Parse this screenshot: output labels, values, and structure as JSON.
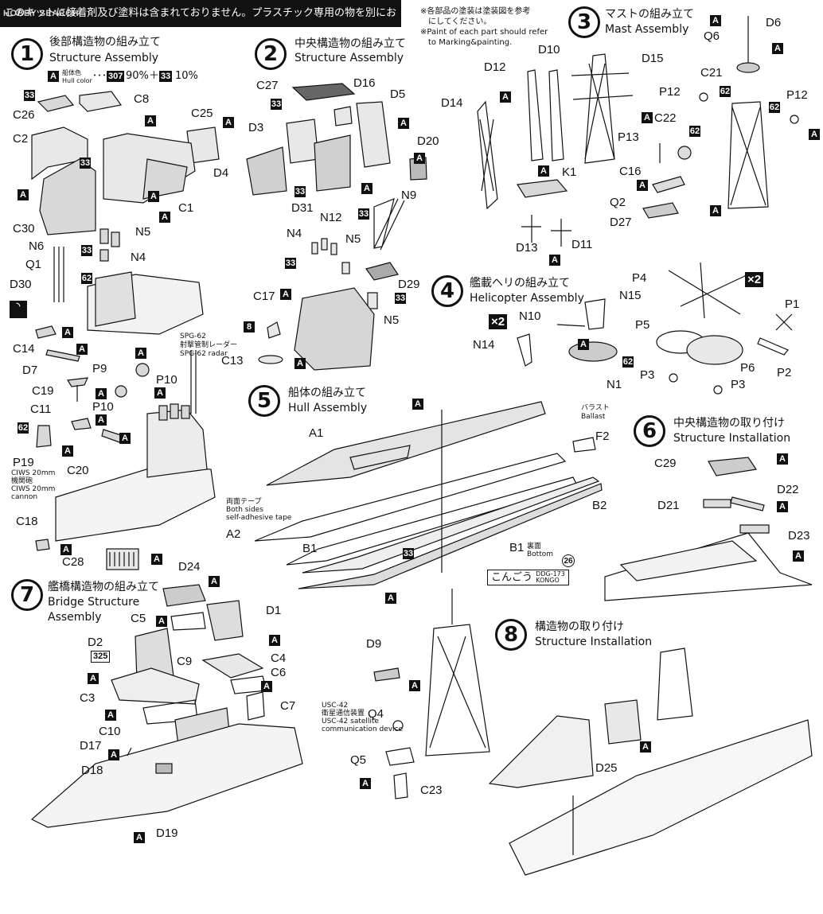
{
  "banner": {
    "watermark": "HOBBY SEARCH",
    "text": "このキットに接着剤及び塗料は含まれておりません。プラスチック専用の物を別にお求め下さい。"
  },
  "top_note": {
    "ja": "※各部品の塗装は塗装図を参考\n　にしてください。",
    "en": "※Paint of each part should refer\n　to Marking&painting."
  },
  "steps": [
    {
      "num": "1",
      "ja": "後部構造物の組み立て",
      "en": "Structure Assembly"
    },
    {
      "num": "2",
      "ja": "中央構造物の組み立て",
      "en": "Structure Assembly"
    },
    {
      "num": "3",
      "ja": "マストの組み立て",
      "en": "Mast Assembly"
    },
    {
      "num": "4",
      "ja": "艦載ヘリの組み立て",
      "en": "Helicopter Assembly"
    },
    {
      "num": "5",
      "ja": "船体の組み立て",
      "en": "Hull Assembly"
    },
    {
      "num": "6",
      "ja": "中央構造物の取り付け",
      "en": "Structure Installation"
    },
    {
      "num": "7",
      "ja": "艦橋構造物の組み立て",
      "en": "Bridge Structure",
      "en2": "Assembly"
    },
    {
      "num": "8",
      "ja": "構造物の取り付け",
      "en": "Structure Installation"
    }
  ],
  "hull_color": {
    "badge": "A",
    "ja": "船体色",
    "en": "Hull color",
    "formula_a": "307",
    "pct_a": "90%＋",
    "formula_b": "33",
    "pct_b": "10%"
  },
  "color_codes": {
    "a": "A",
    "c33": "33",
    "c62": "62",
    "c8": "8",
    "c325": "325",
    "c26": "26"
  },
  "x2": "×2",
  "notes": {
    "spg62_ja": "SPG-62",
    "spg62_ja2": "射撃管制レーダー",
    "spg62_en": "SPG-62 radar",
    "ciws_en1": "CIWS 20mm",
    "ciws_ja": "機関砲",
    "ciws_en2": "CIWS 20mm",
    "ciws_en3": "cannon",
    "tape_ja": "両面テープ",
    "tape_en1": "Both sides",
    "tape_en2": "self-adhesive tape",
    "ballast_ja": "バラスト",
    "ballast_en": "Ballast",
    "b1_ja": "裏面",
    "b1_en": "Bottom",
    "usc_ja1": "USC-42",
    "usc_ja2": "衛星通信装置",
    "usc_en1": "USC-42 satellite",
    "usc_en2": "communication device"
  },
  "ship_name": {
    "ja": "こんごう",
    "hull": "DDG-173",
    "en": "KONGO"
  },
  "parts": {
    "s1": [
      "C26",
      "C8",
      "C2",
      "C25",
      "C30",
      "C1",
      "N6",
      "N5",
      "Q1",
      "N4",
      "D30",
      "C14",
      "D7",
      "P9",
      "P10",
      "C19",
      "C11",
      "P10",
      "P19",
      "C20",
      "C18",
      "C28"
    ],
    "s2": [
      "C27",
      "D16",
      "D5",
      "D3",
      "D20",
      "D4",
      "D31",
      "N9",
      "N4",
      "N12",
      "N5",
      "D29",
      "C17",
      "N5",
      "C13"
    ],
    "s3": [
      "D6",
      "Q6",
      "C21",
      "D10",
      "D15",
      "D12",
      "D14",
      "P12",
      "P12",
      "C22",
      "P13",
      "C16",
      "K1",
      "Q2",
      "D27",
      "D13",
      "D11"
    ],
    "s4": [
      "P4",
      "N15",
      "P1",
      "N10",
      "P5",
      "N14",
      "P6",
      "N1",
      "P3",
      "P3",
      "P2"
    ],
    "s5": [
      "A1",
      "F2",
      "B2",
      "A2",
      "B1",
      "B1"
    ],
    "s6": [
      "C29",
      "D22",
      "D21",
      "D23"
    ],
    "s7": [
      "D24",
      "D1",
      "C5",
      "D2",
      "C4",
      "C9",
      "C6",
      "C3",
      "C7",
      "C10",
      "D17",
      "D18",
      "D19"
    ],
    "s8": [
      "D9",
      "Q4",
      "Q5",
      "C23",
      "D25"
    ]
  }
}
